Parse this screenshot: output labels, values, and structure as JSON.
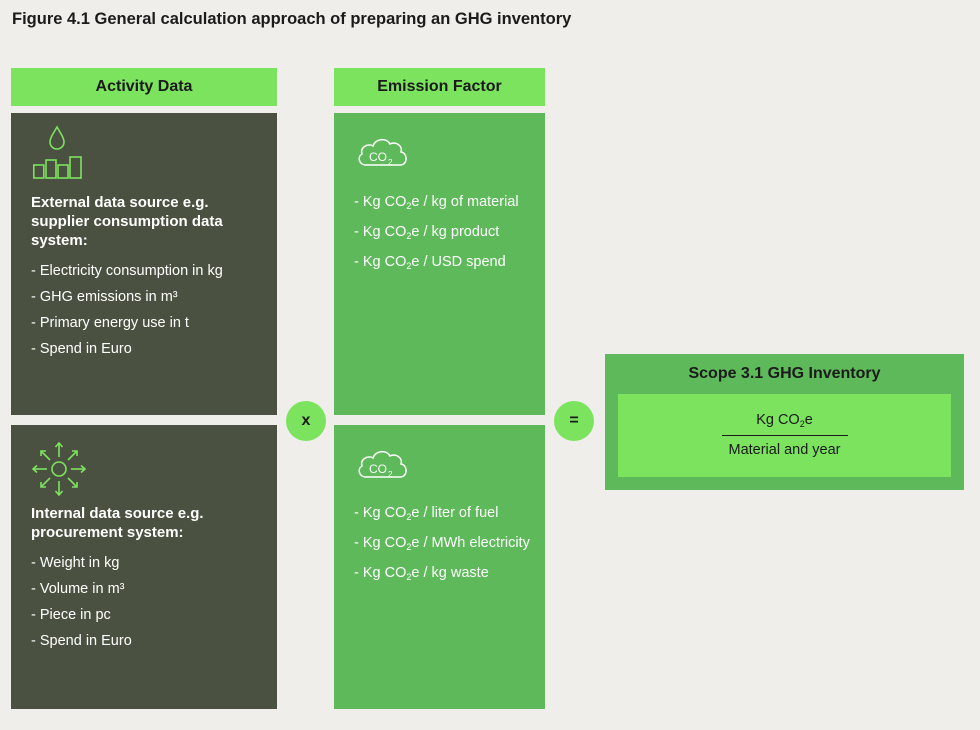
{
  "figure_title": "Figure 4.1  General calculation approach of preparing an GHG inventory",
  "colors": {
    "light_green": "#7ce35f",
    "mid_green": "#5eb95a",
    "dark_olive": "#4b5140",
    "background": "#f0eeea"
  },
  "activity_data": {
    "header": "Activity Data",
    "external": {
      "icon": "drop-and-bar-chart-icon",
      "heading": "External data source e.g. supplier consumption data system:",
      "items": [
        "- Electricity consumption in kg",
        "- GHG emissions in m³",
        "- Primary energy use in t",
        "- Spend in Euro"
      ]
    },
    "internal": {
      "icon": "sun-arrows-icon",
      "heading": "Internal data source e.g. procurement system:",
      "items": [
        "- Weight in kg",
        "- Volume in m³",
        "- Piece in pc",
        "- Spend in Euro"
      ]
    }
  },
  "emission_factor": {
    "header": "Emission Factor",
    "cloud_label": "CO",
    "cloud_sub": "2",
    "external": {
      "icon": "co2-cloud-icon",
      "items": [
        {
          "pre": "- Kg CO",
          "sub": "2",
          "post": "e / kg of material"
        },
        {
          "pre": "- Kg CO",
          "sub": "2",
          "post": "e / kg product"
        },
        {
          "pre": "- Kg CO",
          "sub": "2",
          "post": "e / USD spend"
        }
      ]
    },
    "internal": {
      "icon": "co2-cloud-icon",
      "items": [
        {
          "pre": "- Kg CO",
          "sub": "2",
          "post": "e / liter of fuel"
        },
        {
          "pre": "- Kg CO",
          "sub": "2",
          "post": "e / MWh electricity"
        },
        {
          "pre": "- Kg CO",
          "sub": "2",
          "post": "e / kg waste"
        }
      ]
    }
  },
  "operators": {
    "multiply": "x",
    "equals": "="
  },
  "result": {
    "title": "Scope 3.1 GHG Inventory",
    "numerator_pre": "Kg CO",
    "numerator_sub": "2",
    "numerator_post": "e",
    "denominator": "Material and year"
  }
}
